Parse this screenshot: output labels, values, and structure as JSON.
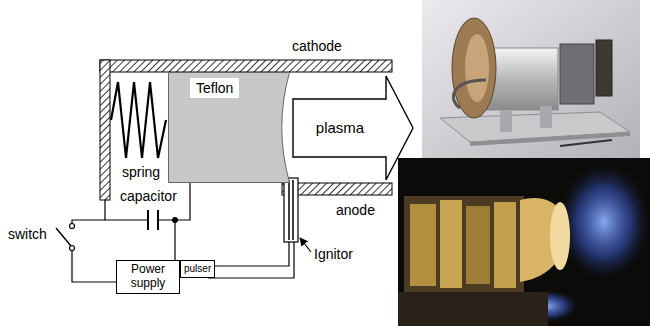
{
  "diagram": {
    "nodes": [
      {
        "text": [
          "Teflon"
        ]
      },
      {
        "text": [
          "plasma"
        ]
      },
      {
        "text": [
          "Power supply"
        ]
      },
      {
        "text": [
          "pulser"
        ]
      }
    ],
    "labels": [
      "cathode",
      "spring",
      "capacitor",
      "anode",
      "switch",
      "Ignitor"
    ]
  }
}
